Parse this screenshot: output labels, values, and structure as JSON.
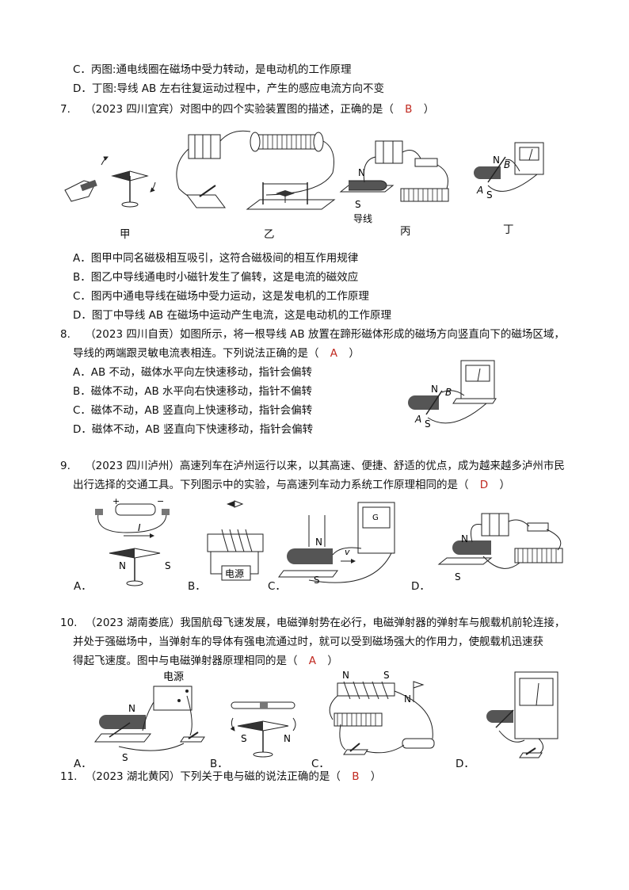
{
  "q6": {
    "optC": "C．丙图:通电线圈在磁场中受力转动，是电动机的工作原理",
    "optD": "D．丁图:导线 AB 左右往复运动过程中，产生的感应电流方向不变"
  },
  "q7": {
    "num": "7.",
    "stem_pre": "（2023 四川宜宾）对图中的四个实验装置图的描述，正确的是（",
    "answer": "B",
    "stem_post": "）",
    "captions": [
      "甲",
      "乙",
      "丙",
      "丁"
    ],
    "fig_labels": {
      "N": "N",
      "S": "S",
      "wire": "导线",
      "B": "B",
      "A": "A"
    },
    "optA": "A．图甲中同名磁极相互吸引，这符合磁极间的相互作用规律",
    "optB": "B．图乙中导线通电时小磁针发生了偏转，这是电流的磁效应",
    "optC": "C．图丙中通电导线在磁场中受力运动，这是发电机的工作原理",
    "optD": "D．图丁中导线 AB 在磁场中运动产生电流，这是电动机的工作原理"
  },
  "q8": {
    "num": "8.",
    "stem_line1": "（2023 四川自贡）如图所示，将一根导线 AB 放置在蹄形磁体形成的磁场方向竖直向下的磁场区域，",
    "stem_line2_pre": "导线的两端跟灵敏电流表相连。下列说法正确的是（",
    "answer": "A",
    "stem_post": "）",
    "optA": "A．AB 不动，磁体水平向左快速移动，指针会偏转",
    "optB": "B．磁体不动，AB 水平向右快速移动，指针不偏转",
    "optC": "C．磁体不动，AB 竖直向上快速移动，指针会偏转",
    "optD": "D．磁体不动，AB 竖直向下快速移动，指针会偏转",
    "fig_labels": {
      "N": "N",
      "S": "S",
      "A": "A",
      "B": "B"
    }
  },
  "q9": {
    "num": "9.",
    "stem_line1": "（2023 四川泸州）高速列车在泸州运行以来，以其高速、便捷、舒适的优点，成为越来越多泸州市民",
    "stem_line2_pre": "出行选择的交通工具。下列图示中的实验，与高速列车动力系统工作原理相同的是（",
    "answer": "D",
    "stem_post": "）",
    "letters": [
      "A．",
      "B．",
      "C．",
      "D．"
    ],
    "fig_labels": {
      "I": "I",
      "N": "N",
      "S": "S",
      "plus": "+",
      "minus": "−",
      "power": "电源",
      "v": "v",
      "G": "G"
    }
  },
  "q10": {
    "num": "10.",
    "stem_line1": "（2023 湖南娄底）我国航母飞速发展，电磁弹射势在必行，电磁弹射器的弹射车与舰载机前轮连接，",
    "stem_line2": "并处于强磁场中，当弹射车的导体有强电流通过时，就可以受到磁场强大的作用力，使舰载机迅速获",
    "stem_line3_pre": "得起飞速度。图中与电磁弹射器原理相同的是（",
    "answer": "A",
    "stem_post": "）",
    "letters": [
      "A．",
      "B．",
      "C．",
      "D．"
    ],
    "fig_labels": {
      "power": "电源",
      "N": "N",
      "S": "S"
    }
  },
  "q11": {
    "num": "11.",
    "stem_pre": "（2023 湖北黄冈）下列关于电与磁的说法正确的是（",
    "answer": "B",
    "stem_post": "）"
  }
}
